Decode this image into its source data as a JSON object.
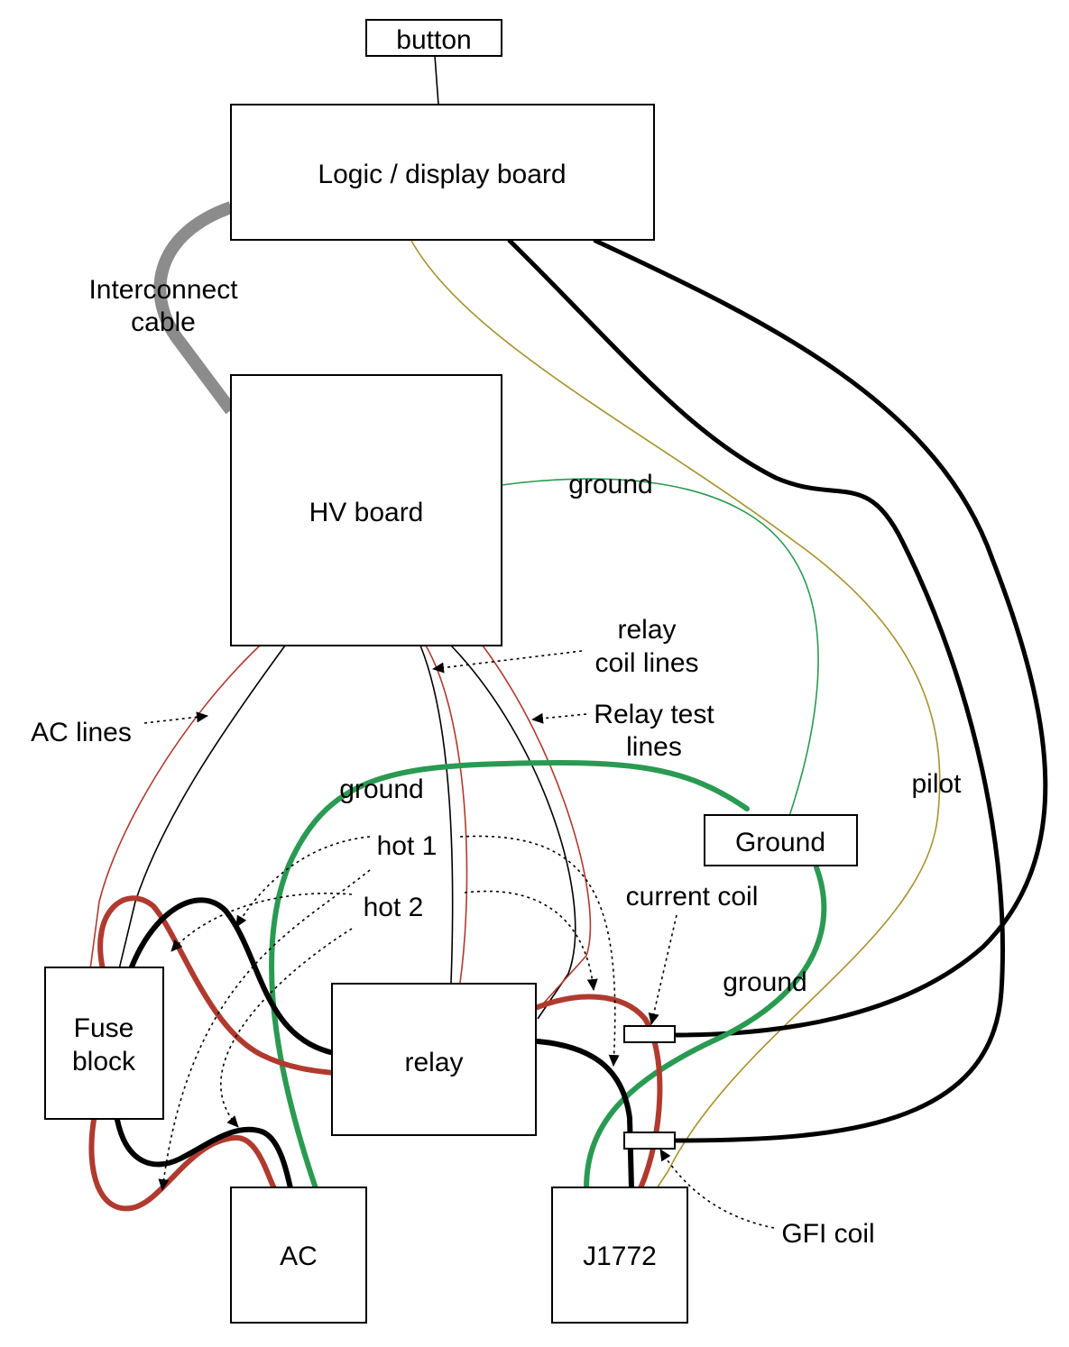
{
  "colors": {
    "hot1": "#b03a2e",
    "hot2": "#000000",
    "ground": "#2a9a52",
    "ground_thin": "#2a9a52",
    "pilot": "#a8922e",
    "interconnect": "#8c8c8c",
    "signal": "#000000"
  },
  "boxes": {
    "button": "button",
    "logic_board": "Logic / display board",
    "hv_board": "HV board",
    "fuse_block_line1": "Fuse",
    "fuse_block_line2": "block",
    "relay": "relay",
    "ground": "Ground",
    "ac": "AC",
    "j1772": "J1772"
  },
  "labels": {
    "interconnect_line1": "Interconnect",
    "interconnect_line2": "cable",
    "ground_thin": "ground",
    "relay_coil_line1": "relay",
    "relay_coil_line2": "coil lines",
    "relay_test_line1": "Relay test",
    "relay_test_line2": "lines",
    "ac_lines": "AC lines",
    "ground_thick": "ground",
    "hot1": "hot 1",
    "hot2": "hot 2",
    "current_coil": "current coil",
    "ground_j1772": "ground",
    "pilot": "pilot",
    "gfi_coil": "GFI coil"
  },
  "icons": {
    "current_coil": "coil-icon",
    "gfi_coil": "coil-icon"
  }
}
